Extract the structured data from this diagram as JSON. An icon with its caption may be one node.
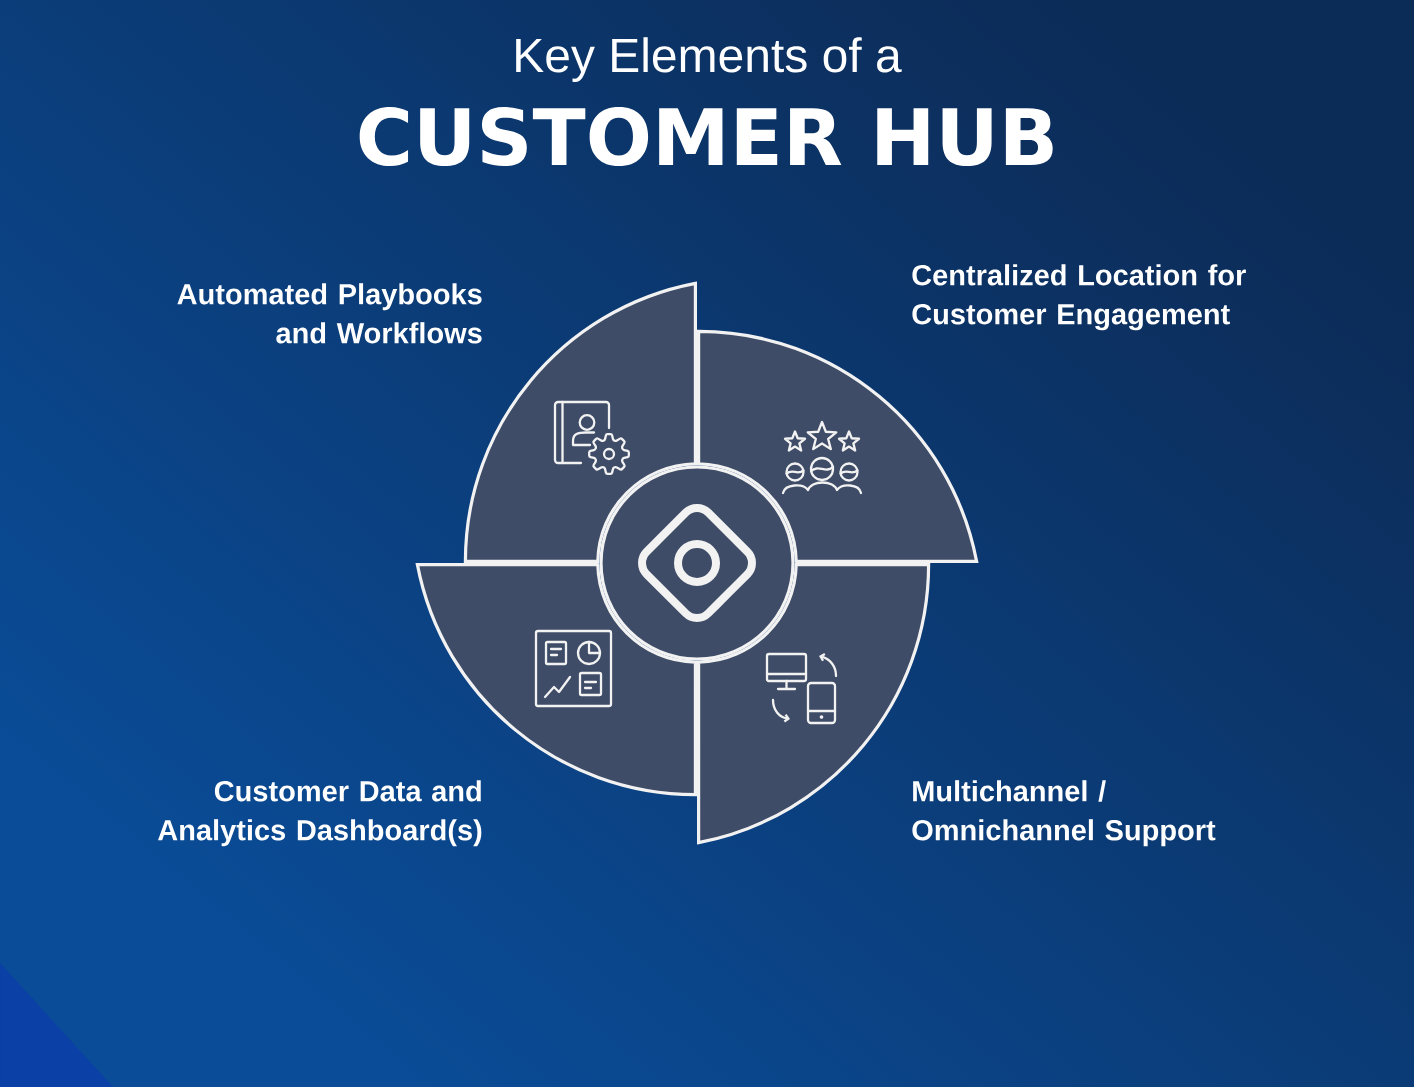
{
  "diagram": {
    "title": "Key Elements of a",
    "nodes": [
      {
        "text": [],
        "shape": "sector",
        "beside": [
          "Automated Playbooks and Workflows"
        ]
      },
      {
        "text": [],
        "shape": "sector",
        "beside": [
          "Centralized Location for Customer Engagement"
        ]
      },
      {
        "text": [],
        "shape": "circle"
      },
      {
        "text": [],
        "shape": "sector",
        "beside": [
          "Customer Data and Analytics Dashboard(s)"
        ]
      },
      {
        "text": [],
        "shape": "sector",
        "beside": [
          "Multichannel / Omnichannel Support"
        ]
      }
    ],
    "labels": [
      "CUSTOMER HUB"
    ]
  }
}
